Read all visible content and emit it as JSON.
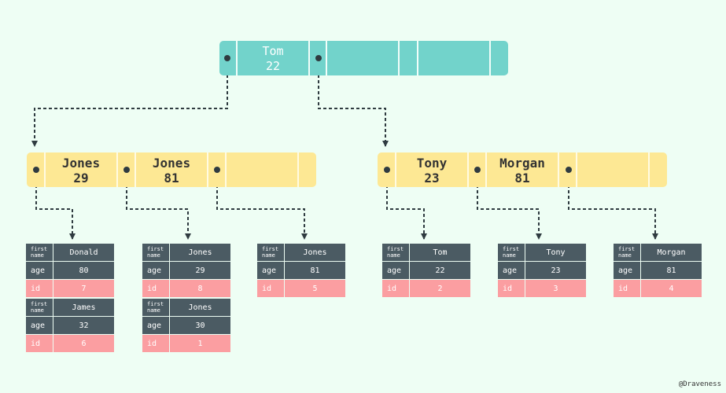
{
  "root": {
    "keys": [
      {
        "first_name": "Tom",
        "age": "22"
      }
    ]
  },
  "internal_nodes": [
    {
      "keys": [
        {
          "first_name": "Jones",
          "age": "29"
        },
        {
          "first_name": "Jones",
          "age": "81"
        }
      ]
    },
    {
      "keys": [
        {
          "first_name": "Tony",
          "age": "23"
        },
        {
          "first_name": "Morgan",
          "age": "81"
        }
      ]
    }
  ],
  "labels": {
    "first_name": "first name",
    "age": "age",
    "id": "id"
  },
  "records": [
    {
      "first_name": "Donald",
      "age": "80",
      "id": "7"
    },
    {
      "first_name": "James",
      "age": "32",
      "id": "6"
    },
    {
      "first_name": "Jones",
      "age": "29",
      "id": "8"
    },
    {
      "first_name": "Jones",
      "age": "30",
      "id": "1"
    },
    {
      "first_name": "Jones",
      "age": "81",
      "id": "5"
    },
    {
      "first_name": "Tom",
      "age": "22",
      "id": "2"
    },
    {
      "first_name": "Tony",
      "age": "23",
      "id": "3"
    },
    {
      "first_name": "Morgan",
      "age": "81",
      "id": "4"
    }
  ],
  "colors": {
    "root": "#72d3cb",
    "leaf": "#fde894",
    "record_dark": "#4b5b63",
    "record_id": "#fb9ea1",
    "background": "#eefef4"
  },
  "credit": "@Draveness"
}
